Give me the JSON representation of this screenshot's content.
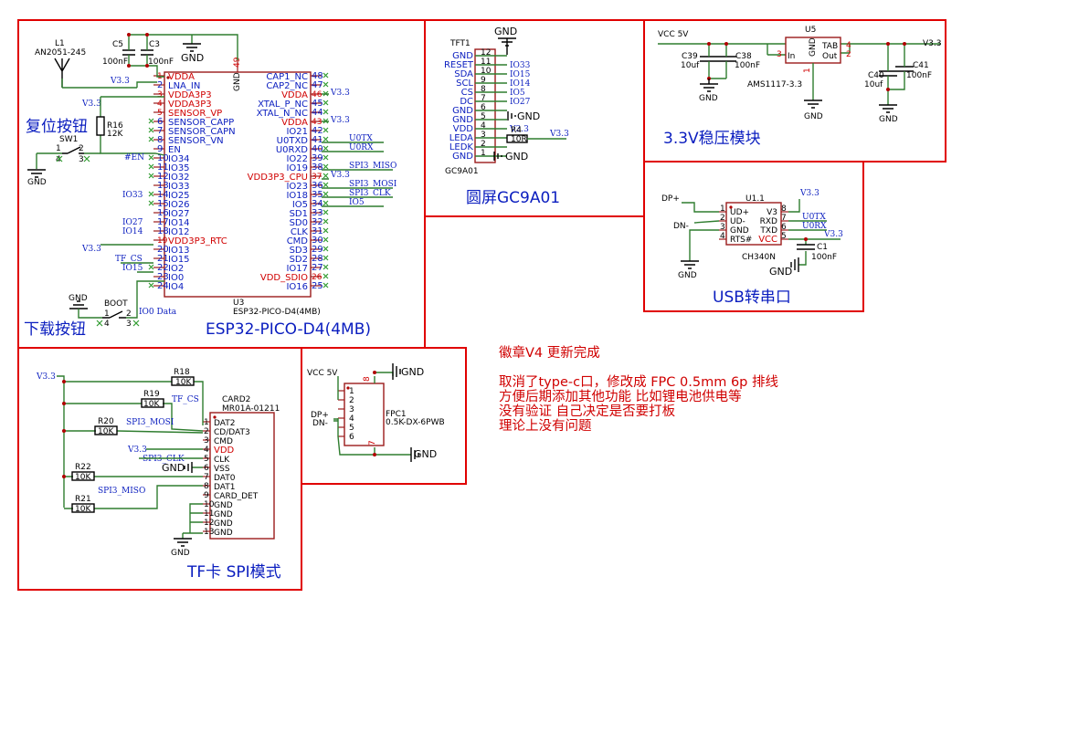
{
  "sections": {
    "reset": "复位按钮",
    "download": "下载按钮",
    "esp32": "ESP32-PICO-D4(4MB)",
    "round_screen": "圆屏GC9A01",
    "regulator": "3.3V稳压模块",
    "usb_serial": "USB转串口",
    "tf_card": "TF卡 SPI模式"
  },
  "notes": [
    "徽章V4 更新完成",
    "取消了type-c口，修改成 FPC 0.5mm 6p 排线",
    "方便后期添加其他功能 比如锂电池供电等",
    "没有验证 自己决定是否要打板",
    "理论上没有问题"
  ],
  "esp32": {
    "ref": "U3",
    "value": "ESP32-PICO-D4(4MB)",
    "left_pins": [
      {
        "n": "1",
        "name": "VDDA"
      },
      {
        "n": "2",
        "name": "LNA_IN"
      },
      {
        "n": "3",
        "name": "VDDA3P3"
      },
      {
        "n": "4",
        "name": "VDDA3P3"
      },
      {
        "n": "5",
        "name": "SENSOR_VP"
      },
      {
        "n": "6",
        "name": "SENSOR_CAPP"
      },
      {
        "n": "7",
        "name": "SENSOR_CAPN"
      },
      {
        "n": "8",
        "name": "SENSOR_VN"
      },
      {
        "n": "9",
        "name": "EN"
      },
      {
        "n": "10",
        "name": "IO34"
      },
      {
        "n": "11",
        "name": "IO35"
      },
      {
        "n": "12",
        "name": "IO32"
      },
      {
        "n": "13",
        "name": "IO33"
      },
      {
        "n": "14",
        "name": "IO25"
      },
      {
        "n": "15",
        "name": "IO26"
      },
      {
        "n": "16",
        "name": "IO27"
      },
      {
        "n": "17",
        "name": "IO14"
      },
      {
        "n": "18",
        "name": "IO12"
      },
      {
        "n": "19",
        "name": "VDD3P3_RTC"
      },
      {
        "n": "20",
        "name": "IO13"
      },
      {
        "n": "21",
        "name": "IO15"
      },
      {
        "n": "22",
        "name": "IO2"
      },
      {
        "n": "23",
        "name": "IO0"
      },
      {
        "n": "24",
        "name": "IO4"
      }
    ],
    "right_pins": [
      {
        "n": "48",
        "name": "CAP1_NC"
      },
      {
        "n": "47",
        "name": "CAP2_NC"
      },
      {
        "n": "46",
        "name": "VDDA"
      },
      {
        "n": "45",
        "name": "XTAL_P_NC"
      },
      {
        "n": "44",
        "name": "XTAL_N_NC"
      },
      {
        "n": "43",
        "name": "VDDA"
      },
      {
        "n": "42",
        "name": "IO21"
      },
      {
        "n": "41",
        "name": "U0TXD"
      },
      {
        "n": "40",
        "name": "U0RXD"
      },
      {
        "n": "39",
        "name": "IO22"
      },
      {
        "n": "38",
        "name": "IO19"
      },
      {
        "n": "37",
        "name": "VDD3P3_CPU"
      },
      {
        "n": "36",
        "name": "IO23"
      },
      {
        "n": "35",
        "name": "IO18"
      },
      {
        "n": "34",
        "name": "IO5"
      },
      {
        "n": "33",
        "name": "SD1"
      },
      {
        "n": "32",
        "name": "SD0"
      },
      {
        "n": "31",
        "name": "CLK"
      },
      {
        "n": "30",
        "name": "CMD"
      },
      {
        "n": "29",
        "name": "SD3"
      },
      {
        "n": "28",
        "name": "SD2"
      },
      {
        "n": "27",
        "name": "IO17"
      },
      {
        "n": "26",
        "name": "VDD_SDIO"
      },
      {
        "n": "25",
        "name": "IO16"
      }
    ],
    "top_pin": "49",
    "left_nets": [
      "#EN",
      "IO33",
      "IO27",
      "IO14",
      "V3.3",
      "TF_CS",
      "IO15",
      "IO0 Data"
    ],
    "right_nets": [
      "V3.3",
      "V3.3",
      "U0TX",
      "U0RX",
      "SPI3_MISO",
      "V3.3",
      "SPI3_MOSI",
      "SPI3_CLK",
      "IO5"
    ]
  },
  "antenna": {
    "ref": "L1",
    "value": "AN2051-245",
    "net": "V3.3"
  },
  "caps_top": [
    {
      "ref": "C5",
      "value": "100nF"
    },
    {
      "ref": "C3",
      "value": "100nF"
    }
  ],
  "reset": {
    "ref": "SW1",
    "resistor": "R16",
    "rvalue": "12K",
    "net": "V3.3"
  },
  "boot": {
    "ref": "BOOT"
  },
  "tft": {
    "ref": "TFT1",
    "value": "GC9A01",
    "pins": [
      {
        "n": "12",
        "name": "GND",
        "net": ""
      },
      {
        "n": "11",
        "name": "RESET",
        "net": "IO33"
      },
      {
        "n": "10",
        "name": "SDA",
        "net": "IO15"
      },
      {
        "n": "9",
        "name": "SCL",
        "net": "IO14"
      },
      {
        "n": "8",
        "name": "CS",
        "net": "IO5"
      },
      {
        "n": "7",
        "name": "DC",
        "net": "IO27"
      },
      {
        "n": "6",
        "name": "GND",
        "net": ""
      },
      {
        "n": "5",
        "name": "GND",
        "net": ""
      },
      {
        "n": "4",
        "name": "VDD",
        "net": "V3.3"
      },
      {
        "n": "3",
        "name": "LEDA",
        "net": ""
      },
      {
        "n": "2",
        "name": "LEDK",
        "net": ""
      },
      {
        "n": "1",
        "name": "GND",
        "net": ""
      }
    ],
    "resistor": "R4",
    "rvalue": "10R",
    "net": "V3.3"
  },
  "regulator": {
    "ref": "U5",
    "value": "AMS1117-3.3",
    "in_net": "VCC 5V",
    "out_net": "V3.3",
    "pin_in": "In",
    "pin_out": "Out",
    "pin_tab": "TAB",
    "pin_gnd": "GND",
    "caps": [
      {
        "ref": "C39",
        "value": "10uf"
      },
      {
        "ref": "C38",
        "value": "100nF"
      },
      {
        "ref": "C40",
        "value": "10uf"
      },
      {
        "ref": "C41",
        "value": "100nF"
      }
    ]
  },
  "ch340": {
    "ref": "U1.1",
    "value": "CH340N",
    "left_pins": [
      {
        "n": "1",
        "name": "UD+"
      },
      {
        "n": "2",
        "name": "UD-"
      },
      {
        "n": "3",
        "name": "GND"
      },
      {
        "n": "4",
        "name": "RTS#"
      }
    ],
    "right_pins": [
      {
        "n": "8",
        "name": "V3"
      },
      {
        "n": "7",
        "name": "RXD"
      },
      {
        "n": "6",
        "name": "TXD"
      },
      {
        "n": "5",
        "name": "VCC"
      }
    ],
    "nets": {
      "dp": "DP+",
      "dn": "DN-",
      "v3": "V3.3",
      "tx": "U0TX",
      "rx": "U0RX",
      "vcc": "V3.3"
    },
    "cap": {
      "ref": "C1",
      "value": "100nF"
    }
  },
  "tfcard": {
    "ref": "CARD2",
    "value": "MR01A-01211",
    "pins": [
      {
        "n": "1",
        "name": "DAT2"
      },
      {
        "n": "2",
        "name": "CD/DAT3"
      },
      {
        "n": "3",
        "name": "CMD"
      },
      {
        "n": "4",
        "name": "VDD"
      },
      {
        "n": "5",
        "name": "CLK"
      },
      {
        "n": "6",
        "name": "VSS"
      },
      {
        "n": "7",
        "name": "DAT0"
      },
      {
        "n": "8",
        "name": "DAT1"
      },
      {
        "n": "9",
        "name": "CARD_DET"
      },
      {
        "n": "10",
        "name": "GND"
      },
      {
        "n": "11",
        "name": "GND"
      },
      {
        "n": "12",
        "name": "GND"
      },
      {
        "n": "13",
        "name": "GND"
      }
    ],
    "resistors": [
      {
        "ref": "R18",
        "value": "10K"
      },
      {
        "ref": "R19",
        "value": "10K"
      },
      {
        "ref": "R20",
        "value": "10K"
      },
      {
        "ref": "R22",
        "value": "10K"
      },
      {
        "ref": "R21",
        "value": "10K"
      }
    ],
    "nets": {
      "v33": "V3.3",
      "cs": "TF_CS",
      "mosi": "SPI3_MOSI",
      "vdd": "V3.3",
      "clk": "SPI3_CLK",
      "miso": "SPI3_MISO"
    }
  },
  "fpc": {
    "ref": "FPC1",
    "value": "0.5K-DX-6PWB",
    "pins": [
      "1",
      "2",
      "3",
      "4",
      "5",
      "6"
    ],
    "extra_pins": [
      "8",
      "7"
    ],
    "nets": {
      "vcc": "VCC 5V",
      "dp": "DP+",
      "dn": "DN-"
    }
  },
  "gnd_label": "GND"
}
